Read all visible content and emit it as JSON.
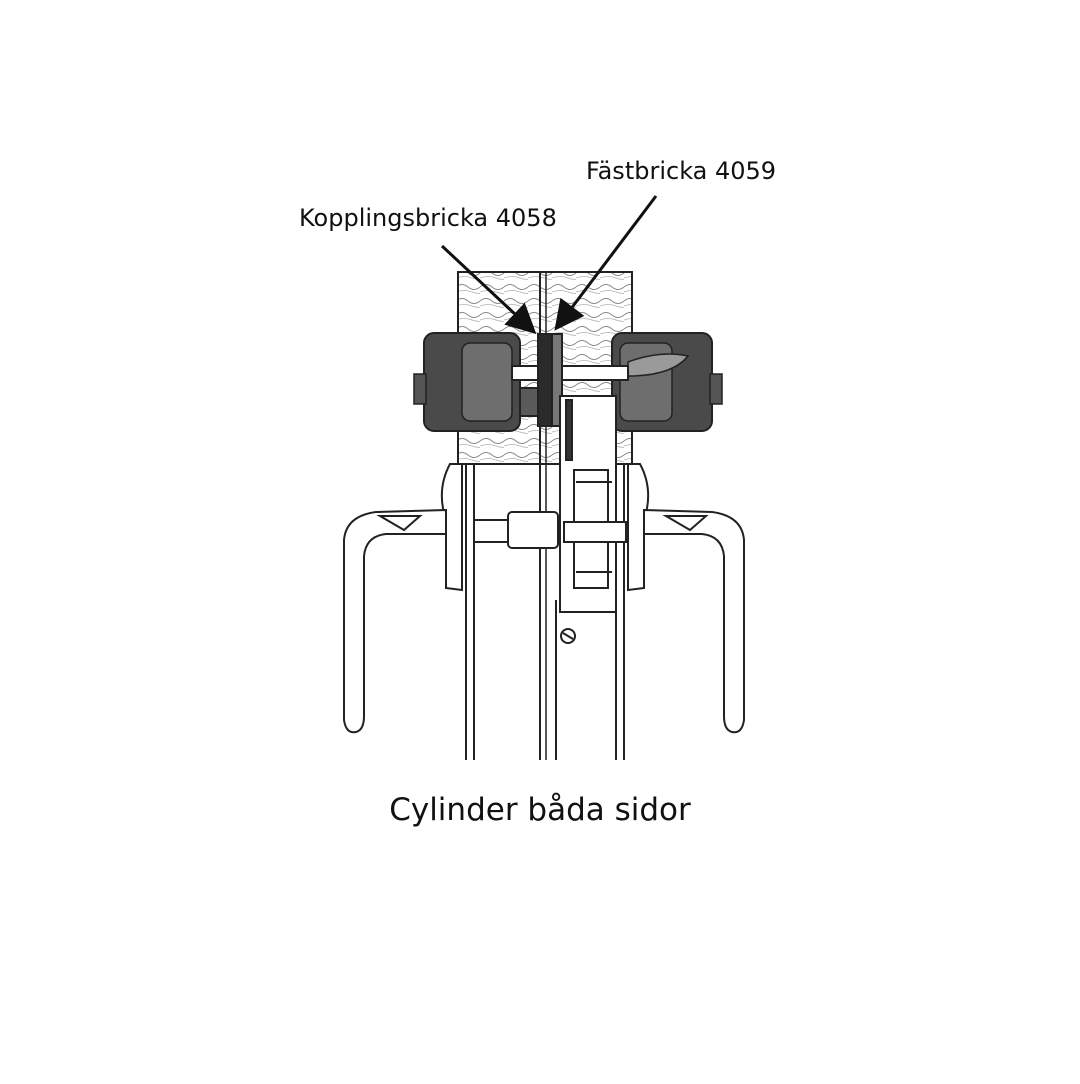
{
  "labels": {
    "coupling_washer": "Kopplingsbricka 4058",
    "fixing_washer": "Fästbricka 4059"
  },
  "caption": "Cylinder båda sidor",
  "colors": {
    "ink": "#111111",
    "cylinder_dark": "#4a4a4a",
    "cylinder_mid": "#6e6e6e",
    "wood": "#f4f4f4",
    "background": "#ffffff"
  }
}
